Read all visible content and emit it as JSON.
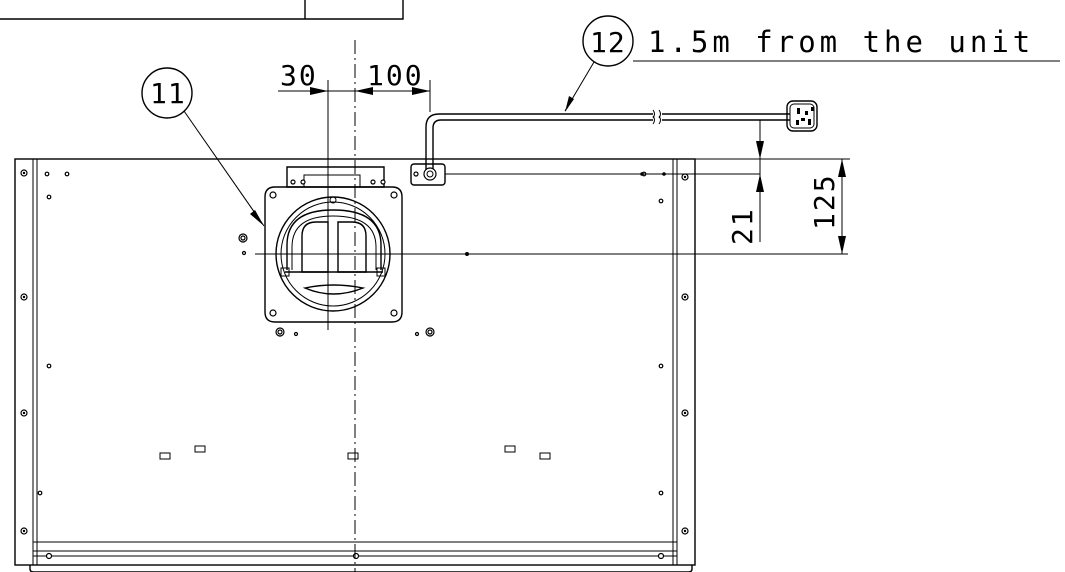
{
  "callouts": [
    {
      "number": "11"
    },
    {
      "number": "12",
      "note": "1.5m from the unit"
    }
  ],
  "dimensions": {
    "offset_left": "30",
    "offset_right": "100",
    "height_small": "21",
    "height_large": "125"
  },
  "colors": {
    "line": "#000000",
    "background": "#ffffff"
  }
}
